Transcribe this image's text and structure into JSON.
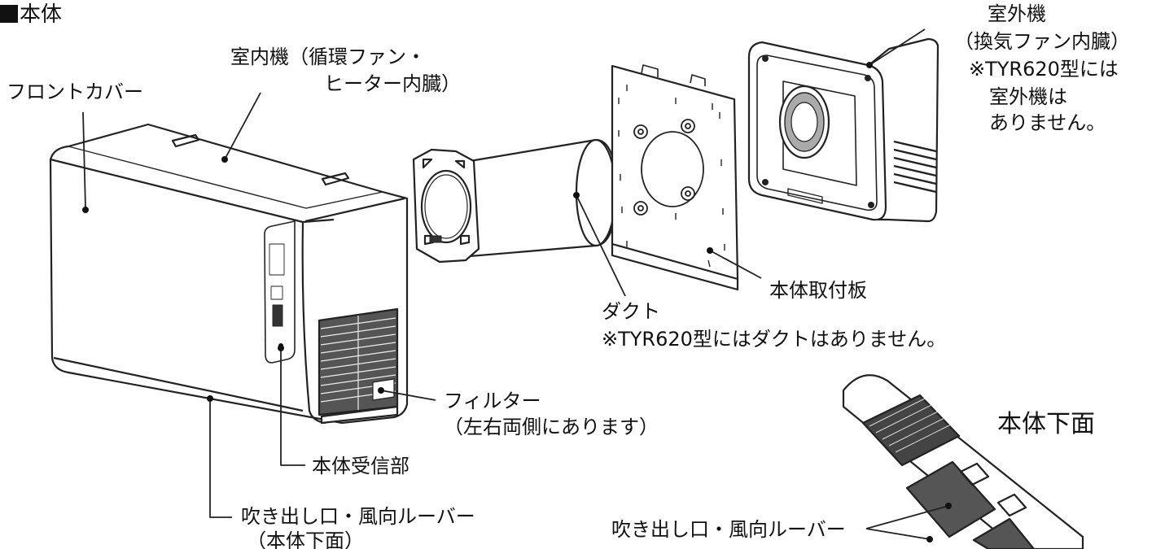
{
  "header": {
    "title": "本体"
  },
  "labels": {
    "front_cover": "フロントカバー",
    "indoor_unit_line1": "室内機（循環ファン・",
    "indoor_unit_line2": "ヒーター内臓）",
    "outdoor_line1": "室外機",
    "outdoor_line2": "（換気ファン内臓）",
    "outdoor_line3": "※TYR620型には",
    "outdoor_line4": "室外機は",
    "outdoor_line5": "ありません。",
    "mount_plate": "本体取付板",
    "duct_line1": "ダクト",
    "duct_line2": "※TYR620型にはダクトはありません。",
    "filter_line1": "フィルター",
    "filter_line2": "（左右両側にあります）",
    "receiver": "本体受信部",
    "outlet_line1": "吹き出し口・風向ルーバー",
    "outlet_line2": "（本体下面）",
    "bottom_view_title": "本体下面",
    "outlet_bottom": "吹き出し口・風向ルーバー"
  }
}
